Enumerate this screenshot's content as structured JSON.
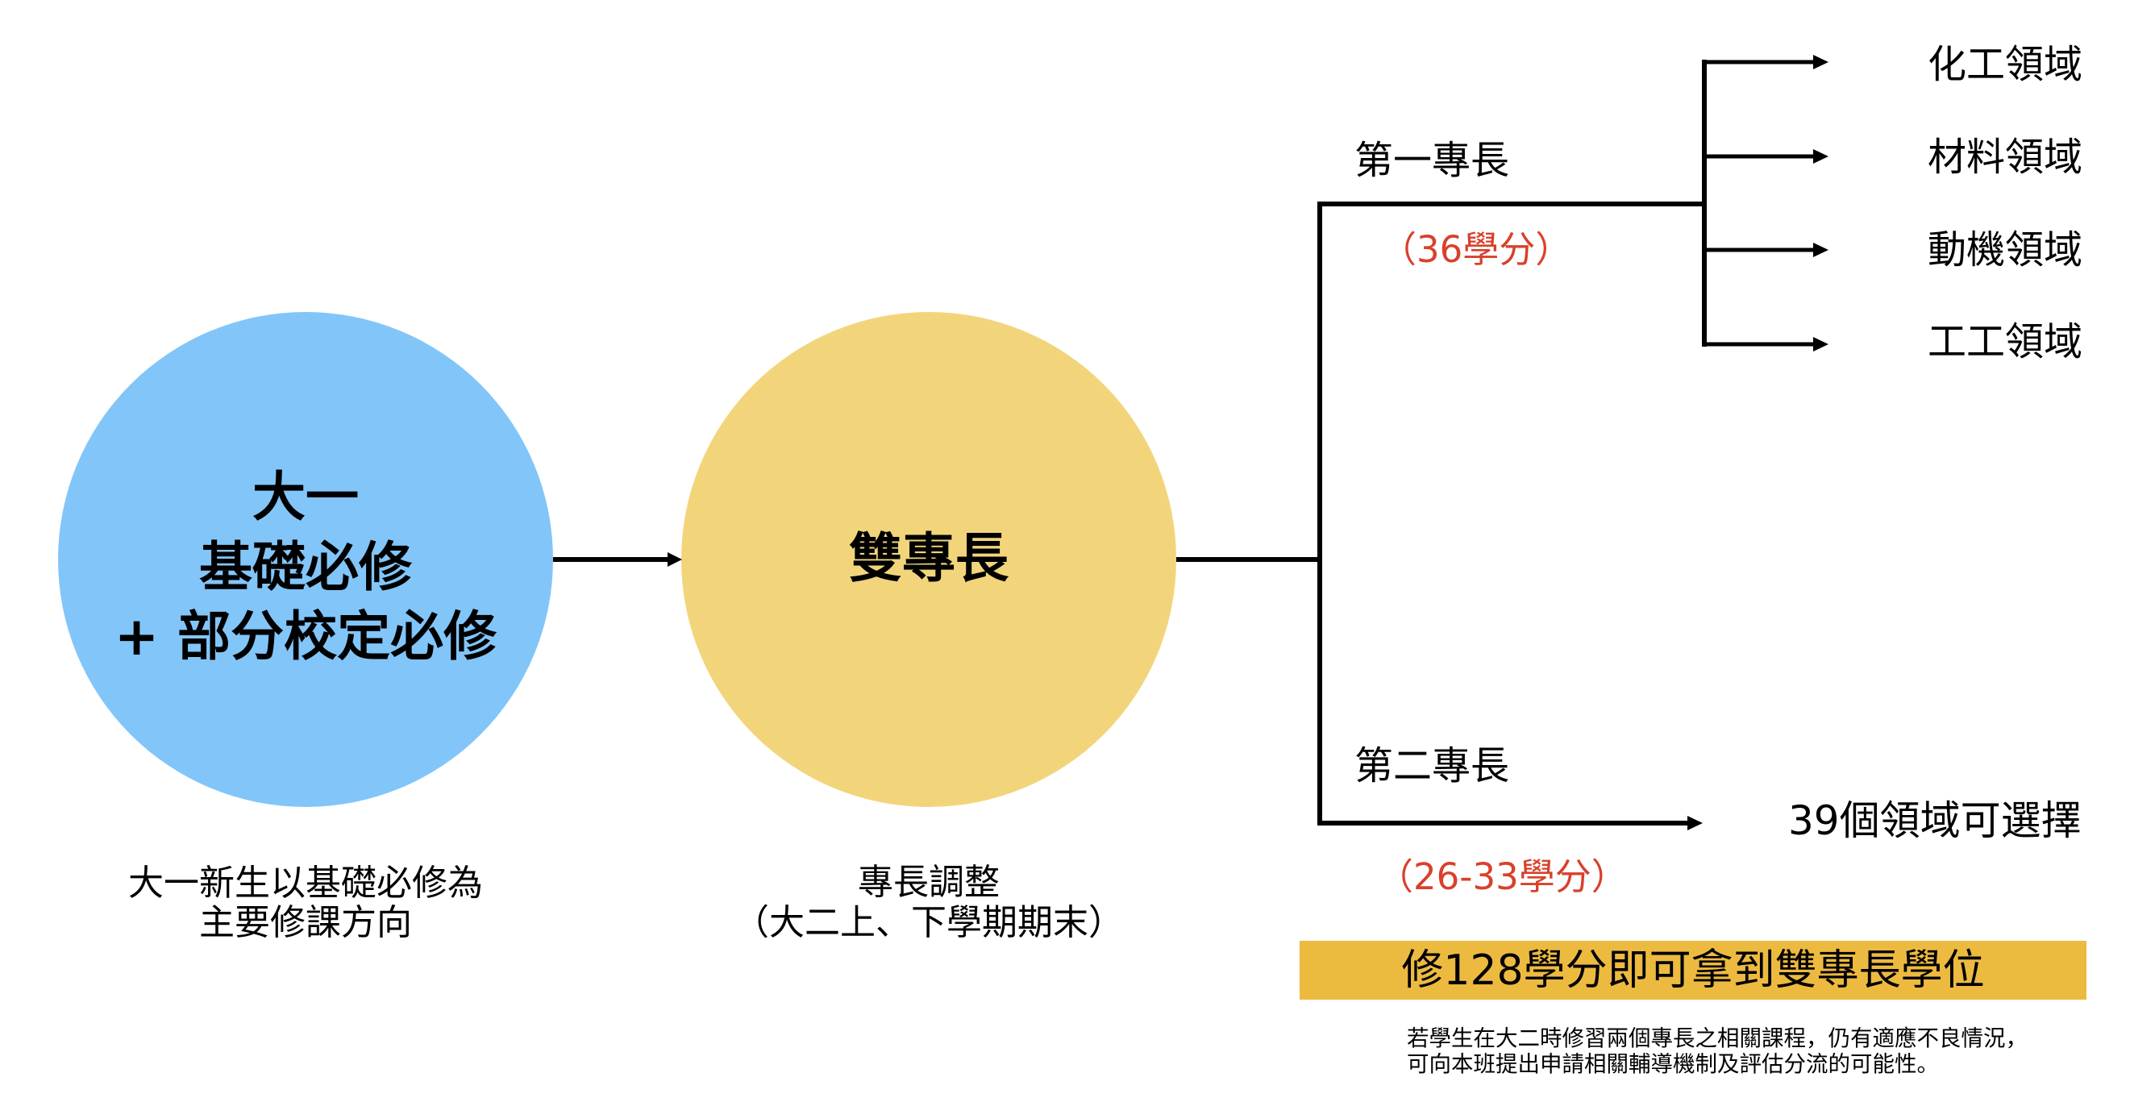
{
  "colors": {
    "stage1_circle": "#82C5F9",
    "stage2_circle": "#F2D57B",
    "credits_text": "#D9402B",
    "banner_fill": "#EDBA40",
    "connector": "#000000"
  },
  "stage1": {
    "circle_lines": [
      "大一",
      "基礎必修",
      "+ 部分校定必修"
    ],
    "caption_lines": [
      "大一新生以基礎必修為",
      "主要修課方向"
    ]
  },
  "stage2": {
    "circle_label": "雙專長",
    "caption_lines": [
      "專長調整",
      "（大二上、下學期期末）"
    ]
  },
  "first_specialty": {
    "label": "第一專長",
    "credits": "（36學分）",
    "domains": [
      "化工領域",
      "材料領域",
      "動機領域",
      "工工領域"
    ]
  },
  "second_specialty": {
    "label": "第二專長",
    "credits": "（26-33學分）",
    "target": "39個領域可選擇"
  },
  "banner": {
    "text": "修128學分即可拿到雙專長學位"
  },
  "note": {
    "lines": [
      "若學生在大二時修習兩個專長之相關課程，仍有適應不良情況，",
      "可向本班提出申請相關輔導機制及評估分流的可能性。"
    ]
  }
}
